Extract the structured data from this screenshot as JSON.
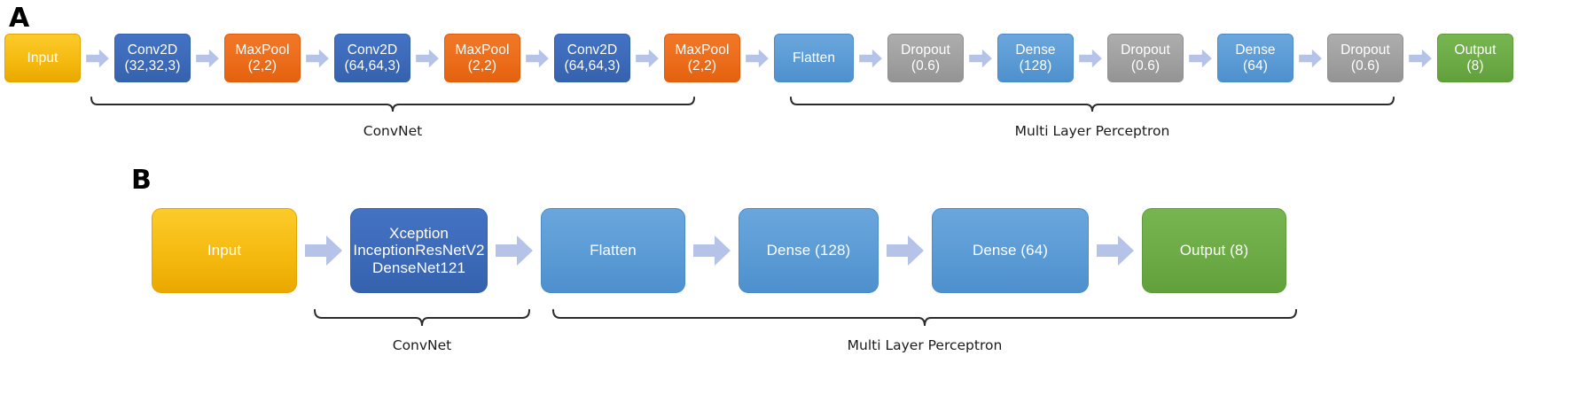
{
  "figure": {
    "panels": [
      {
        "id": "A",
        "letter": "A",
        "nodes": [
          {
            "name": "input",
            "color_key": "yellow",
            "width": 86,
            "lines": [
              "Input"
            ]
          },
          {
            "name": "conv2d-1",
            "color_key": "darkblue",
            "width": 86,
            "lines": [
              "Conv2D",
              "(32,32,3)"
            ]
          },
          {
            "name": "maxpool-1",
            "color_key": "orange",
            "width": 86,
            "lines": [
              "MaxPool",
              "(2,2)"
            ]
          },
          {
            "name": "conv2d-2",
            "color_key": "darkblue",
            "width": 86,
            "lines": [
              "Conv2D",
              "(64,64,3)"
            ]
          },
          {
            "name": "maxpool-2",
            "color_key": "orange",
            "width": 86,
            "lines": [
              "MaxPool",
              "(2,2)"
            ]
          },
          {
            "name": "conv2d-3",
            "color_key": "darkblue",
            "width": 86,
            "lines": [
              "Conv2D",
              "(64,64,3)"
            ]
          },
          {
            "name": "maxpool-3",
            "color_key": "orange",
            "width": 86,
            "lines": [
              "MaxPool",
              "(2,2)"
            ]
          },
          {
            "name": "flatten",
            "color_key": "midblue",
            "width": 90,
            "lines": [
              "Flatten"
            ]
          },
          {
            "name": "dropout-1",
            "color_key": "grey",
            "width": 86,
            "lines": [
              "Dropout",
              "(0.6)"
            ]
          },
          {
            "name": "dense-128",
            "color_key": "midblue",
            "width": 86,
            "lines": [
              "Dense",
              "(128)"
            ]
          },
          {
            "name": "dropout-2",
            "color_key": "grey",
            "width": 86,
            "lines": [
              "Dropout",
              "(0.6)"
            ]
          },
          {
            "name": "dense-64",
            "color_key": "midblue",
            "width": 86,
            "lines": [
              "Dense",
              "(64)"
            ]
          },
          {
            "name": "dropout-3",
            "color_key": "grey",
            "width": 86,
            "lines": [
              "Dropout",
              "(0.6)"
            ]
          },
          {
            "name": "output",
            "color_key": "green",
            "width": 86,
            "lines": [
              "Output",
              "(8)"
            ]
          }
        ],
        "brackets": [
          {
            "name": "convnet",
            "label": "ConvNet"
          },
          {
            "name": "mlp",
            "label": "Multi Layer Perceptron"
          }
        ]
      },
      {
        "id": "B",
        "letter": "B",
        "nodes": [
          {
            "name": "input",
            "color_key": "yellow",
            "width": 164,
            "lines": [
              "Input"
            ]
          },
          {
            "name": "cnn-backbone",
            "color_key": "darkblue",
            "width": 155,
            "lines": [
              "Xception",
              "InceptionResNetV2",
              "DenseNet121"
            ]
          },
          {
            "name": "flatten",
            "color_key": "midblue",
            "width": 163,
            "lines": [
              "Flatten"
            ]
          },
          {
            "name": "dense-128",
            "color_key": "midblue",
            "width": 158,
            "lines": [
              "Dense (128)"
            ]
          },
          {
            "name": "dense-64",
            "color_key": "midblue",
            "width": 177,
            "lines": [
              "Dense (64)"
            ]
          },
          {
            "name": "output",
            "color_key": "green",
            "width": 163,
            "lines": [
              "Output (8)"
            ]
          }
        ],
        "brackets": [
          {
            "name": "convnet",
            "label": "ConvNet"
          },
          {
            "name": "mlp",
            "label": "Multi Layer Perceptron"
          }
        ]
      }
    ],
    "colors": {
      "yellow": "#f5ba10",
      "darkblue": "#4472c4",
      "orange": "#ec6d1b",
      "midblue": "#5b9bd5",
      "grey": "#a0a0a0",
      "green": "#6cab45",
      "arrow": "#b4c3e7",
      "bracket": "#2b2b2b",
      "text": "#ffffff",
      "label_text": "#1b1b1b",
      "background": "#ffffff"
    },
    "arrow_icon": "right-arrow-icon"
  }
}
